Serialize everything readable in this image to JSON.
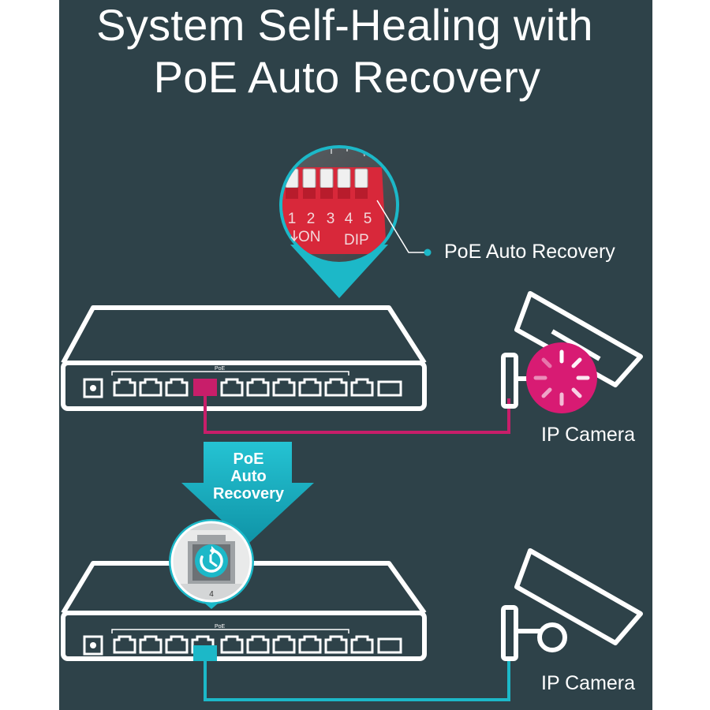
{
  "title": {
    "line1": "System Self-Healing with",
    "line2": "PoE Auto Recovery"
  },
  "dip_switch": {
    "numbers": [
      "1",
      "2",
      "3",
      "4",
      "5"
    ],
    "on_text": "ON",
    "dip_text": "DIP"
  },
  "callout": {
    "poe_auto_recovery": "PoE Auto Recovery"
  },
  "arrow": {
    "lines": [
      "PoE",
      "Auto",
      "Recovery"
    ]
  },
  "switch_top": {
    "poe_label": "PoE"
  },
  "switch_bottom": {
    "poe_label": "PoE",
    "port_number": "4"
  },
  "cameras": {
    "top_label": "IP Camera",
    "bottom_label": "IP Camera"
  },
  "colors": {
    "background": "#2e4249",
    "outline": "#ffffff",
    "fault_link": "#c81e6a",
    "healthy_link": "#1cb8c8",
    "dip_red": "#d8283a",
    "loading_circle": "#d81b73",
    "arrow_teal": "#1aaec0"
  },
  "icons": {
    "loading": "loading-spinner-icon",
    "recovery": "refresh-cycle-icon"
  }
}
